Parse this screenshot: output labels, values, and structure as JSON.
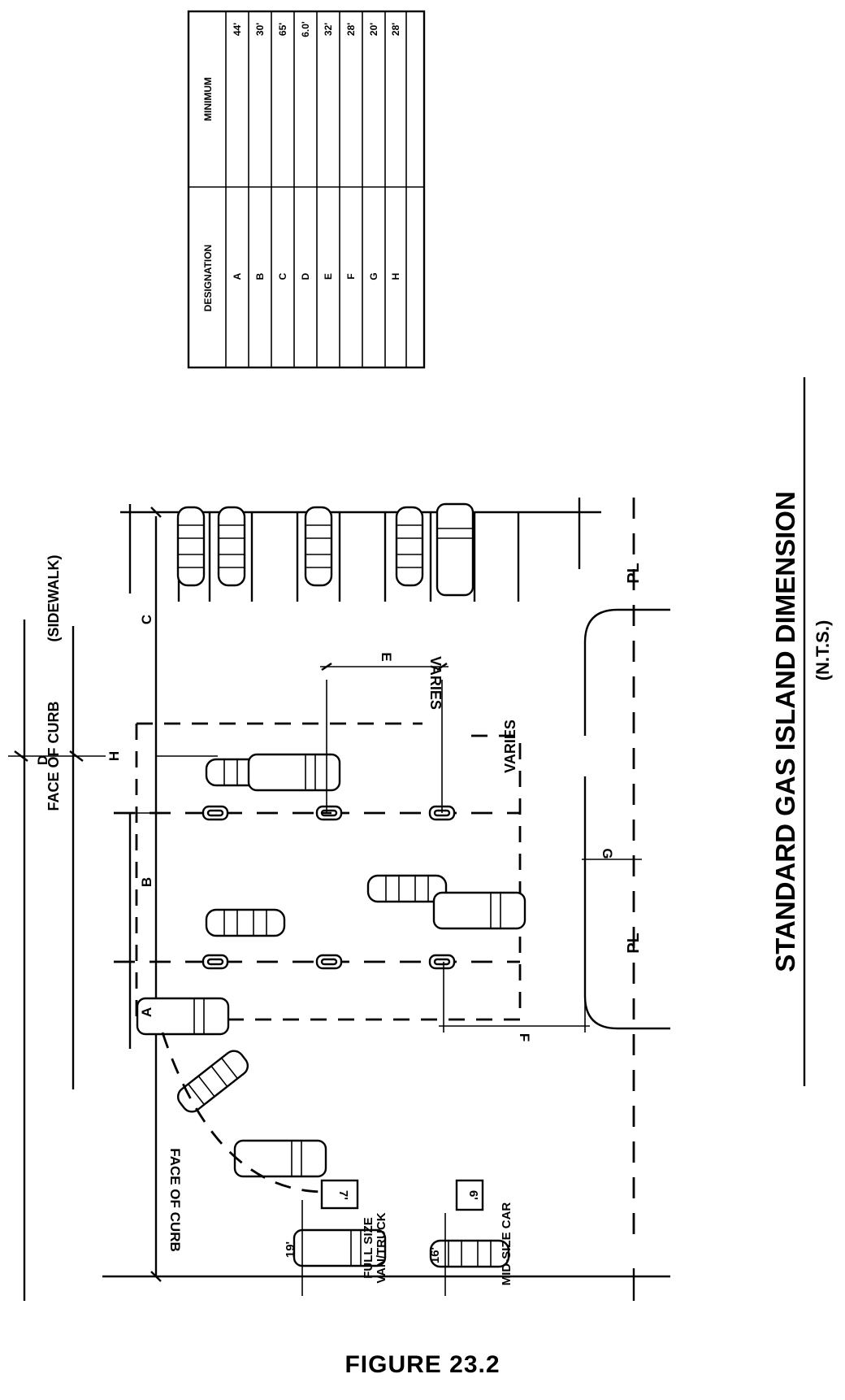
{
  "title": "STANDARD GAS ISLAND DIMENSION",
  "subtitle": "(N.T.S.)",
  "figure_caption": "FIGURE 23.2",
  "table": {
    "headers": [
      "DESIGNATION",
      "MINIMUM"
    ],
    "rows": [
      {
        "designation": "A",
        "minimum": "44'"
      },
      {
        "designation": "B",
        "minimum": "30'"
      },
      {
        "designation": "C",
        "minimum": "65'"
      },
      {
        "designation": "D",
        "minimum": "6.0'"
      },
      {
        "designation": "E",
        "minimum": "32'"
      },
      {
        "designation": "F",
        "minimum": "28'"
      },
      {
        "designation": "G",
        "minimum": "20'"
      },
      {
        "designation": "H",
        "minimum": "28'"
      }
    ]
  },
  "labels": {
    "face_of_curb_top": "FACE OF CURB",
    "sidewalk": "(SIDEWALK)",
    "face_of_curb_left": "FACE OF CURB",
    "varies_1": "VARIES",
    "varies_2": "VARIES",
    "dim_a": "A",
    "dim_b": "B",
    "dim_c": "C",
    "dim_d": "D",
    "dim_e": "E",
    "dim_f": "F",
    "dim_g": "G",
    "dim_h": "H",
    "centerline_1": "PL",
    "centerline_2": "PL"
  },
  "legend": {
    "truck_label_1": "FULL SIZE",
    "truck_label_2": "VAN/TRUCK",
    "truck_length": "19'",
    "truck_width": "7'",
    "car_label": "MID-SIZE CAR",
    "car_length": "16'",
    "car_width": "6'"
  }
}
